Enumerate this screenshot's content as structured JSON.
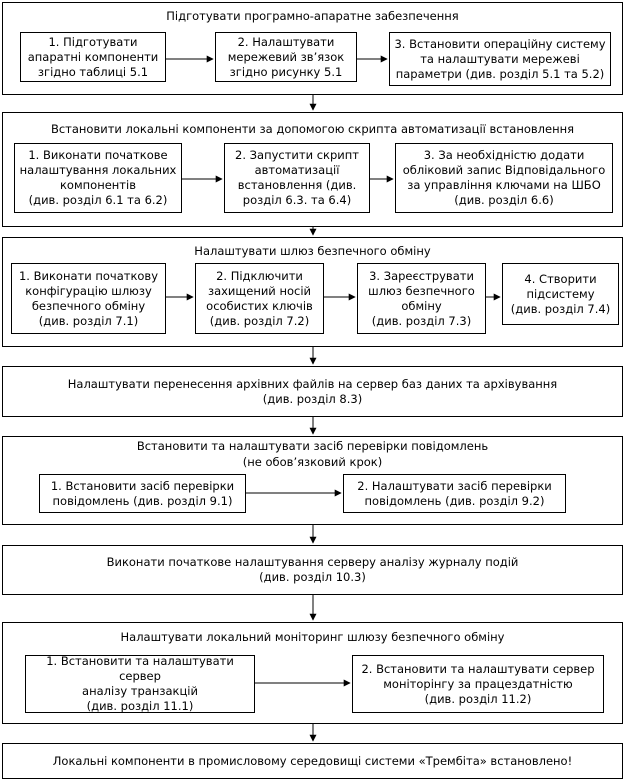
{
  "stage1": {
    "title": "Підготувати програмно-апаратне забезпечення",
    "steps": [
      "1. Підготувати\nапаратні компоненти\nзгідно таблиці 5.1",
      "2. Налаштувати\nмережевий зв’язок\nзгідно рисунку 5.1",
      "3. Встановити операційну систему\nта налаштувати мережеві\nпараметри (див. розділ 5.1 та 5.2)"
    ]
  },
  "stage2": {
    "title": "Встановити локальні компоненти за допомогою скрипта автоматизації встановлення",
    "steps": [
      "1. Виконати початкове\nналаштування локальних\nкомпонентів\n(див. розділ 6.1 та 6.2)",
      "2. Запустити скрипт\nавтоматизації\nвстановлення (див.\nрозділ 6.3. та 6.4)",
      "3. За необхідністю додати\nобліковий запис Відповідального\nза управління ключами на ШБО\n(див. розділ 6.6)"
    ]
  },
  "stage3": {
    "title": "Налаштувати шлюз безпечного обміну",
    "steps": [
      "1. Виконати початкову\nконфігурацію шлюзу\nбезпечного обміну\n(див. розділ 7.1)",
      "2. Підключити\nзахищений носій\nособистих ключів\n(див. розділ 7.2)",
      "3. Зареєструвати\nшлюз безпечного\nобміну\n(див. розділ 7.3)",
      "4. Створити\nпідсистему\n(див. розділ 7.4)"
    ]
  },
  "stage4": {
    "text": "Налаштувати перенесення архівних файлів на сервер баз даних та архівування\n(див. розділ 8.3)"
  },
  "stage5": {
    "title": "Встановити та налаштувати засіб перевірки повідомлень",
    "subtitle": "(не обов’язковий крок)",
    "steps": [
      "1. Встановити засіб перевірки\nповідомлень (див. розділ 9.1)",
      "2. Налаштувати засіб перевірки\nповідомлень (див. розділ 9.2)"
    ]
  },
  "stage6": {
    "text": "Виконати початкове налаштування серверу аналізу журналу подій\n(див. розділ 10.3)"
  },
  "stage7": {
    "title": "Налаштувати  локальний моніторинг шлюзу безпечного обміну",
    "steps": [
      "1. Встановити та налаштувати сервер\nаналізу транзакцій\n(див. розділ 11.1)",
      "2. Встановити та налаштувати сервер\nмоніторінгу за працездатністю\n(див. розділ 11.2)"
    ]
  },
  "final": {
    "text": "Локальні компоненти в промисловому середовищі системи «Трембіта» встановлено!"
  }
}
